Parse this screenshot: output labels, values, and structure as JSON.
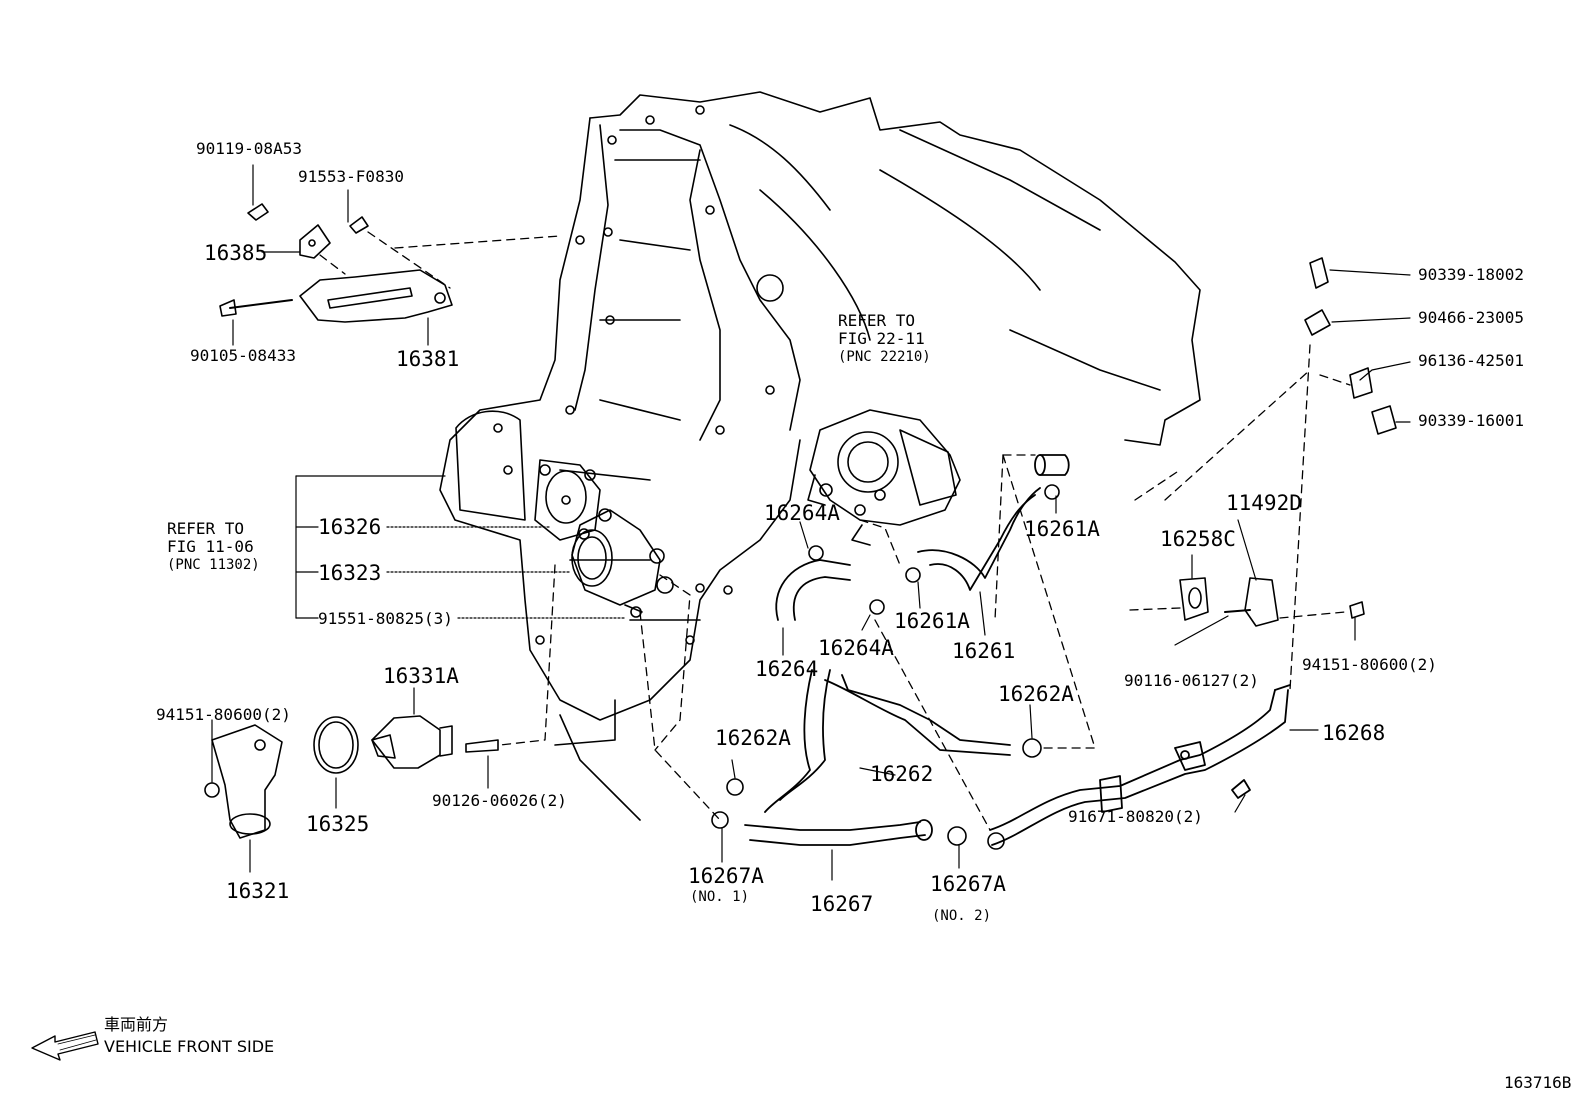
{
  "diagram_id": "163716B",
  "orientation": {
    "japanese": "車両前方",
    "english": "VEHICLE FRONT SIDE"
  },
  "references": [
    {
      "line1": "REFER TO",
      "line2": "FIG 22-11",
      "line3": "(PNC 22210)"
    },
    {
      "line1": "REFER TO",
      "line2": "FIG 11-06",
      "line3": "(PNC 11302)"
    }
  ],
  "parts": {
    "p90119": "90119-08A53",
    "p91553": "91553-F0830",
    "p16385": "16385",
    "p90105": "90105-08433",
    "p16381": "16381",
    "p16326": "16326",
    "p16323": "16323",
    "p91551": "91551-80825(3)",
    "p16331A": "16331A",
    "p94151a": "94151-80600(2)",
    "p16325": "16325",
    "p16321": "16321",
    "p90126": "90126-06026(2)",
    "p16264A_top": "16264A",
    "p16264": "16264",
    "p16264A_bot": "16264A",
    "p16261A_right": "16261A",
    "p16261A_mid": "16261A",
    "p16261": "16261",
    "p16262A_left": "16262A",
    "p16262A_right": "16262A",
    "p16262": "16262",
    "p16267A_no1": "16267A",
    "p16267A_no1_note": "(NO. 1)",
    "p16267": "16267",
    "p16267A_no2": "16267A",
    "p16267A_no2_note": "(NO. 2)",
    "p90339_18002": "90339-18002",
    "p90466": "90466-23005",
    "p96136": "96136-42501",
    "p90339_16001": "90339-16001",
    "p11492D": "11492D",
    "p16258C": "16258C",
    "p94151b": "94151-80600(2)",
    "p90116": "90116-06127(2)",
    "p16268": "16268",
    "p91671": "91671-80820(2)"
  }
}
